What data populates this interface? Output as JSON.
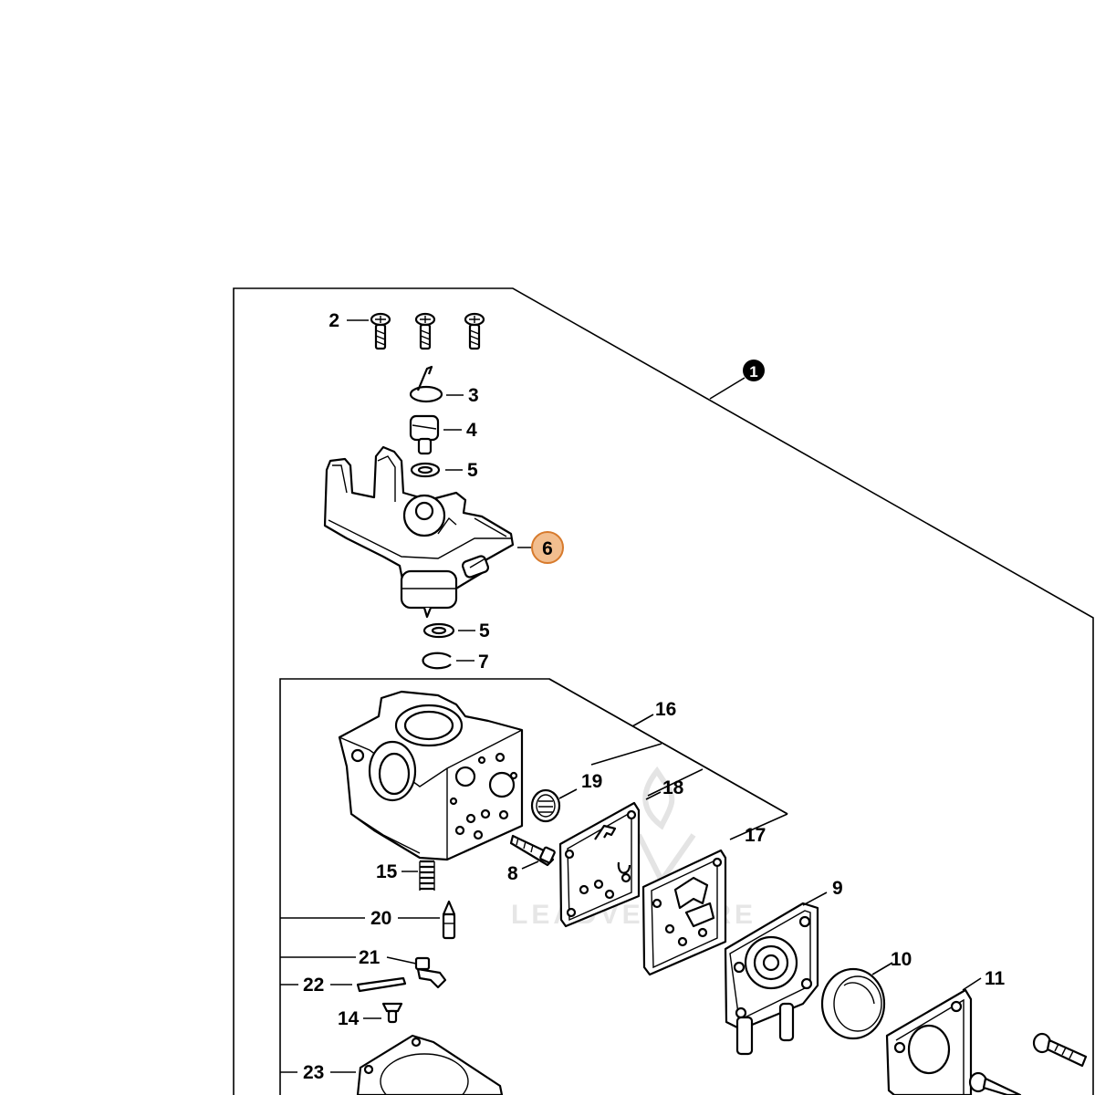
{
  "assembly": {
    "number": "1",
    "callout_color": "#000000"
  },
  "highlight": {
    "number": "6",
    "fill_color": "#f2be8f",
    "stroke_color": "#d77a2c"
  },
  "watermark": {
    "text": "LEADVENTURE"
  },
  "labels": {
    "n2": "2",
    "n3": "3",
    "n4": "4",
    "n5a": "5",
    "n5b": "5",
    "n7": "7",
    "n8": "8",
    "n9": "9",
    "n10": "10",
    "n11": "11",
    "n14": "14",
    "n15": "15",
    "n16": "16",
    "n17": "17",
    "n18": "18",
    "n19": "19",
    "n20": "20",
    "n21": "21",
    "n22": "22",
    "n23": "23"
  },
  "icons": [
    "screw-icon",
    "spring-clip-icon",
    "adjusting-screw-icon",
    "washer-icon",
    "e-clip-icon",
    "pump-cover-icon",
    "primer-bulb-icon",
    "gasket-icon",
    "needle-valve-icon",
    "spring-icon",
    "lever-icon",
    "pin-icon",
    "flame-logo-icon"
  ]
}
